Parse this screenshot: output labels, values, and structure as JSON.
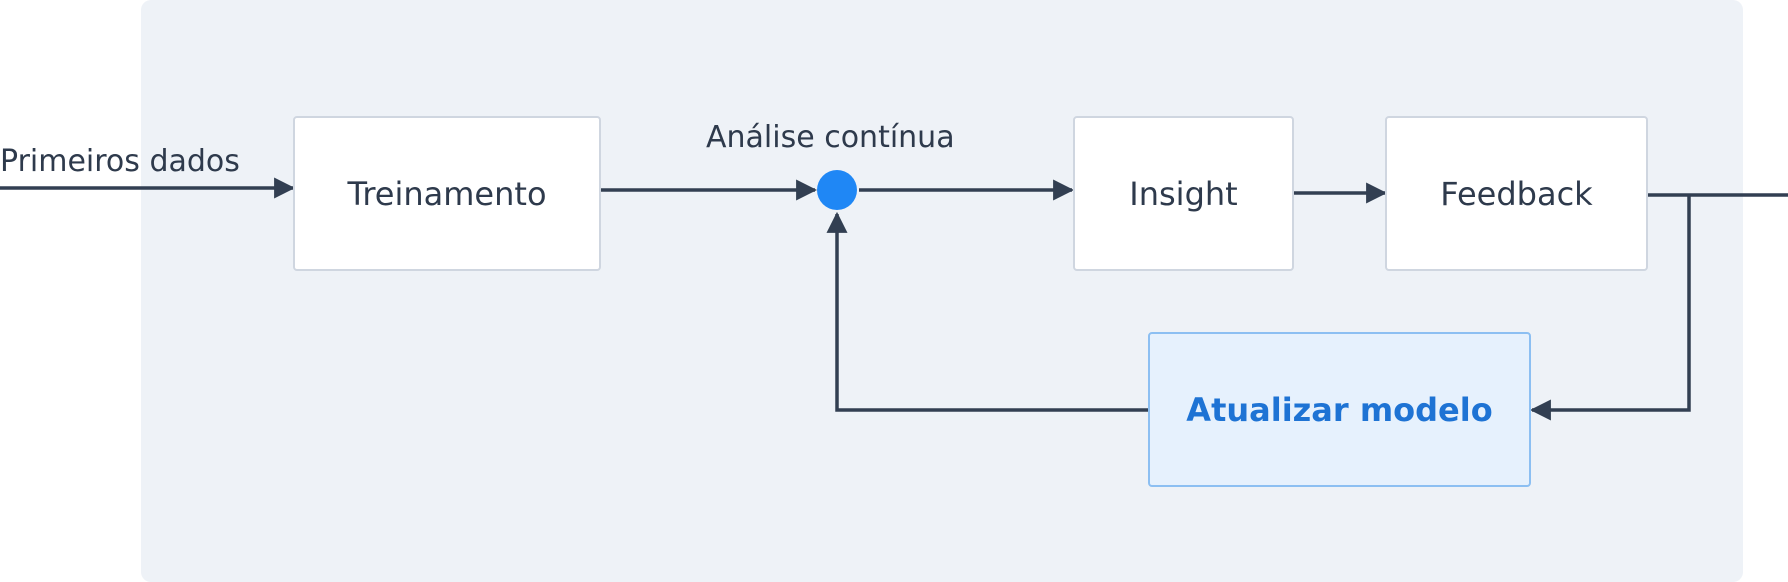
{
  "diagram": {
    "input_label": "Primeiros dados",
    "hub_label": "Análise contínua",
    "nodes": {
      "training": "Treinamento",
      "insight": "Insight",
      "feedback": "Feedback",
      "update_model": "Atualizar modelo"
    },
    "colors": {
      "panel": "#eef2f7",
      "connector": "#323f52",
      "hub": "#1f87f5",
      "accent_text": "#1e73d4",
      "accent_fill": "#e6f1fd"
    }
  }
}
